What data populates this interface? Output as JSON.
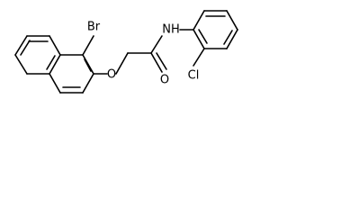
{
  "molecule": {
    "atoms": {
      "bromine": "Br",
      "ether_oxygen": "O",
      "amide_nitrogen": "NH",
      "carbonyl_oxygen": "O",
      "chlorine": "Cl"
    }
  }
}
